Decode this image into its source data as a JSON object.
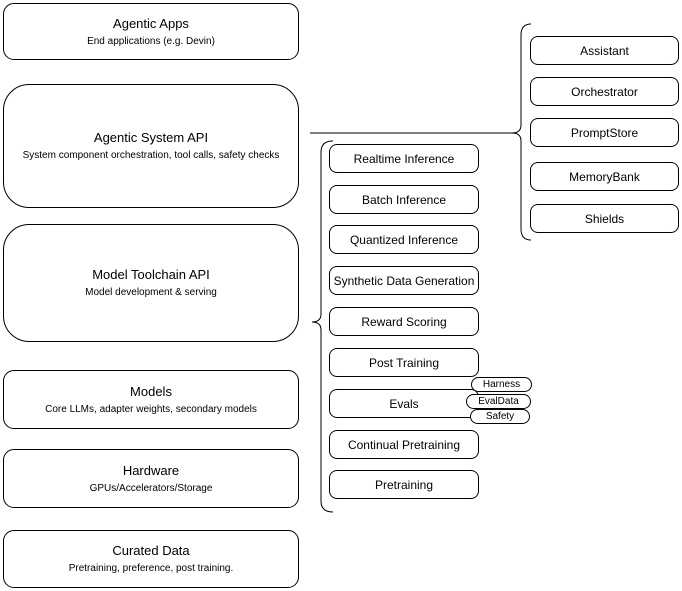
{
  "diagram": {
    "left_stack": [
      {
        "title": "Agentic Apps",
        "subtitle": "End applications (e.g. Devin)"
      },
      {
        "title": "Agentic System API",
        "subtitle": "System component orchestration, tool calls, safety checks"
      },
      {
        "title": "Model Toolchain API",
        "subtitle": "Model development & serving"
      },
      {
        "title": "Models",
        "subtitle": "Core LLMs, adapter weights, secondary models"
      },
      {
        "title": "Hardware",
        "subtitle": "GPUs/Accelerators/Storage"
      },
      {
        "title": "Curated Data",
        "subtitle": "Pretraining, preference, post training."
      }
    ],
    "toolchain_group": [
      "Realtime Inference",
      "Batch Inference",
      "Quantized Inference",
      "Synthetic Data Generation",
      "Reward Scoring",
      "Post Training",
      "Evals",
      "Continual Pretraining",
      "Pretraining"
    ],
    "eval_tags": [
      "Harness",
      "EvalData",
      "Safety"
    ],
    "system_group": [
      "Assistant",
      "Orchestrator",
      "PromptStore",
      "MemoryBank",
      "Shields"
    ],
    "colors": {
      "stroke": "#000000",
      "fill": "#ffffff",
      "text": "#000000"
    }
  }
}
